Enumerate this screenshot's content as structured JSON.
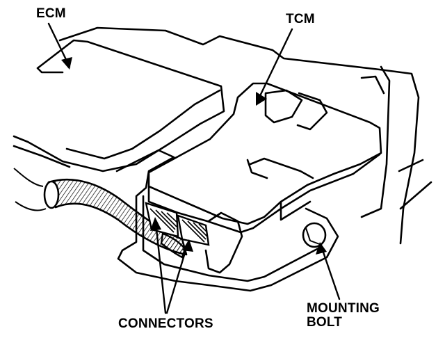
{
  "labels": {
    "ecm": "ECM",
    "tcm": "TCM",
    "connectors": "CONNECTORS",
    "mounting_bolt_line1": "MOUNTING",
    "mounting_bolt_line2": "BOLT"
  },
  "colors": {
    "ink": "#000000",
    "paper": "#ffffff"
  }
}
